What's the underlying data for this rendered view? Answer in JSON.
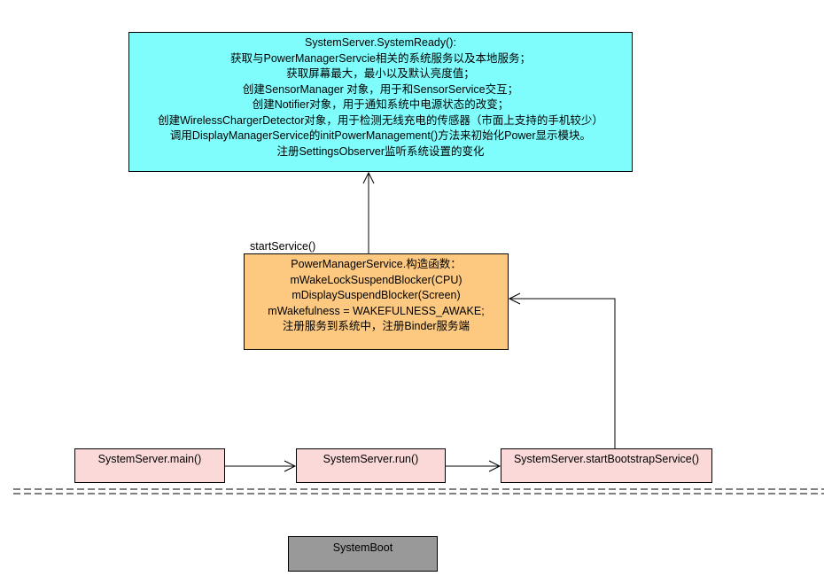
{
  "diagram": {
    "system_ready": {
      "lines": [
        "SystemServer.SystemReady():",
        "获取与PowerManagerServcie相关的系统服务以及本地服务；",
        "获取屏幕最大，最小以及默认亮度值；",
        "创建SensorManager 对象，用于和SensorService交互；",
        "创建Notifier对象，用于通知系统中电源状态的改变；",
        "创建WirelessChargerDetector对象，用于检测无线充电的传感器（市面上支持的手机较少）",
        "调用DisplayManagerService的initPowerManagement()方法来初始化Power显示模块。",
        "注册SettingsObserver监听系统设置的变化"
      ],
      "color": "#7ffdfd"
    },
    "pms_constructor": {
      "lines": [
        "PowerManagerService.构造函数：",
        "mWakeLockSuspendBlocker(CPU)",
        "mDisplaySuspendBlocker(Screen)",
        "mWakefulness = WAKEFULNESS_AWAKE;",
        "注册服务到系统中，注册Binder服务端"
      ],
      "color": "#fdc981"
    },
    "edge_label": "startService()",
    "main": {
      "label": "SystemServer.main()",
      "color": "#fbd9d9"
    },
    "run": {
      "label": "SystemServer.run()",
      "color": "#fbd9d9"
    },
    "bootstrap": {
      "label": "SystemServer.startBootstrapService()",
      "color": "#fbd9d9"
    },
    "system_boot": {
      "label": "SystemBoot",
      "color": "#999999"
    }
  }
}
